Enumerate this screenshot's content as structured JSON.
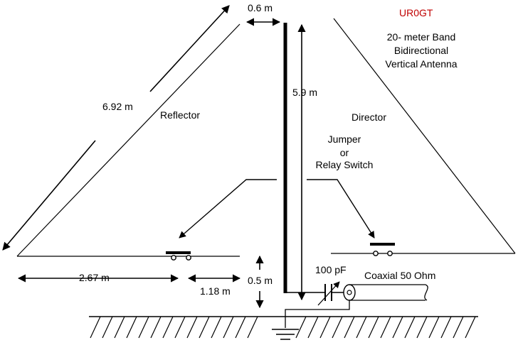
{
  "credit": "UR0GT",
  "title_lines": [
    "20- meter Band",
    "Bidirectional",
    "Vertical Antenna"
  ],
  "labels": {
    "reflector": "Reflector",
    "director": "Director",
    "jumper_lines": [
      "Jumper",
      "or",
      "Relay Switch"
    ],
    "capacitor": "100 pF",
    "coax": "Coaxial 50 Ohm"
  },
  "dimensions": {
    "spacing": "0.6 m",
    "vertical_height": "5.9 m",
    "sloper_length": "6.92 m",
    "radial_length": "2.67 m",
    "switch_offset": "1.18 m",
    "base_height": "0.5 m"
  }
}
